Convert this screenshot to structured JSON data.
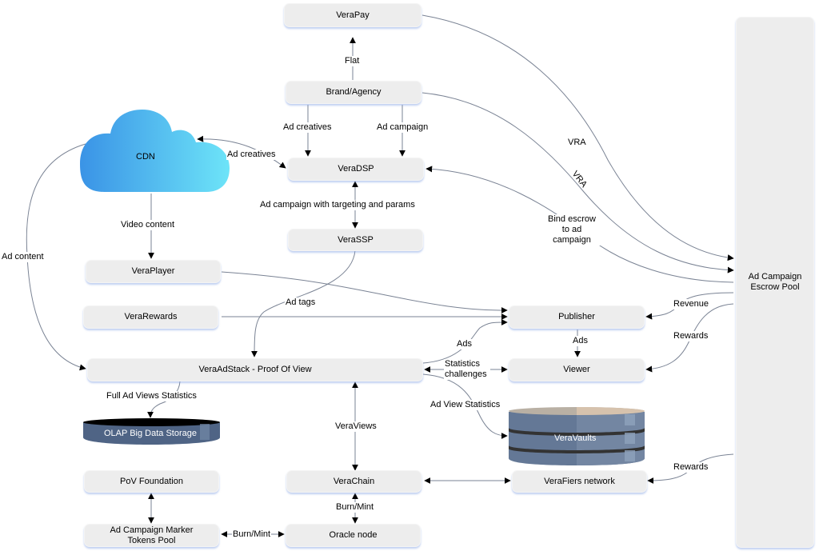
{
  "diagram": {
    "nodes": {
      "verapay": "VeraPay",
      "brand_agency": "Brand/Agency",
      "cdn": "CDN",
      "veradsp": "VeraDSP",
      "verassp": "VeraSSP",
      "veraplayer": "VeraPlayer",
      "verarewards": "VeraRewards",
      "publisher": "Publisher",
      "veraadstack": "VeraAdStack - Proof Of View",
      "viewer": "Viewer",
      "olap": "OLAP Big Data Storage",
      "veravaults": "VeraVaults",
      "pov_foundation": "PoV Foundation",
      "verachain": "VeraChain",
      "verafiers": "VeraFiers network",
      "marker_pool": "Ad Campaign Marker Tokens Pool",
      "oracle": "Oracle node",
      "escrow_pool": "Ad Campaign Escrow Pool"
    },
    "edges": {
      "flat": "Flat",
      "ad_creatives_brand": "Ad creatives",
      "ad_campaign_brand": "Ad campaign",
      "ad_creatives_cdn": "Ad creatives",
      "ad_campaign_targeting": "Ad campaign with targeting and params",
      "video_content": "Video content",
      "ad_content": "Ad content",
      "vra_1": "VRA",
      "vra_2": "VRA",
      "bind_escrow": "Bind escrow to ad campaign",
      "ad_tags": "Ad tags",
      "revenue": "Revenue",
      "rewards_viewer": "Rewards",
      "ads_publisher_viewer": "Ads",
      "ads_adstack_publisher": "Ads",
      "statistics_challenges": "Statistics challenges",
      "full_ad_views_statistics": "Full Ad Views Statistics",
      "ad_view_statistics": "Ad View Statistics",
      "veraviews": "VeraViews",
      "rewards_verafiers": "Rewards",
      "burn_mint_vertical": "Burn/Mint",
      "burn_mint_horizontal": "Burn/Mint"
    },
    "colors": {
      "node_fill": "#ededed",
      "edge_stroke": "#7a8394",
      "cloud_left": "#3a96e8",
      "cloud_right": "#6ae2f8",
      "cylinder_fill": "#5f7494",
      "cylinder_dark": "#333333"
    }
  }
}
